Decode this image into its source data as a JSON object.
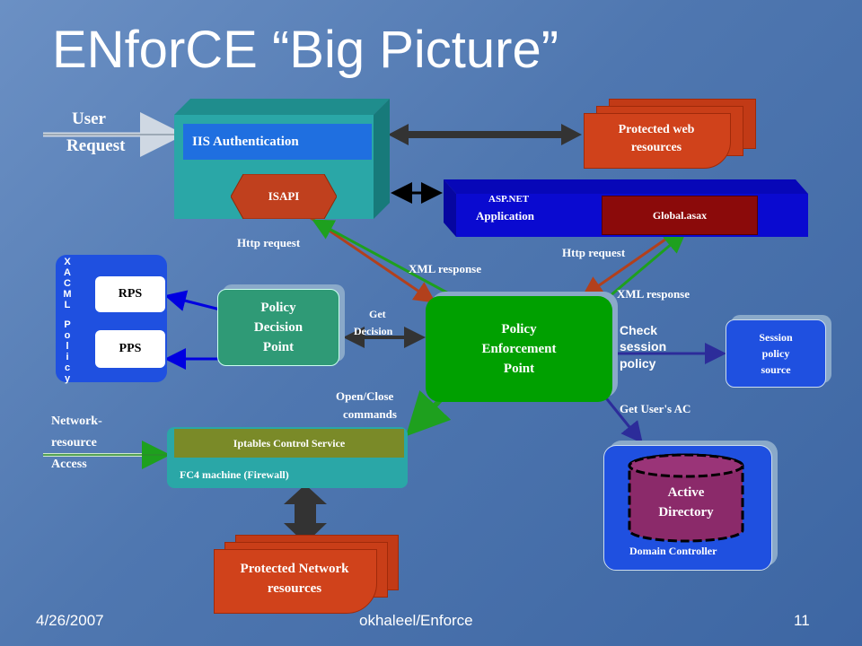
{
  "slide": {
    "title": "ENforCE “Big Picture”",
    "footer_date": "4/26/2007",
    "footer_author": "okhaleel/Enforce",
    "footer_page": "11"
  },
  "labels": {
    "user_request_line1": "User",
    "user_request_line2": "Request",
    "network_line1": "Network-",
    "network_line2": "resource",
    "network_line3": "Access",
    "http_request_1": "Http request",
    "http_request_2": "Http request",
    "xml_response_1": "XML response",
    "xml_response_2": "XML response",
    "get_decision_line1": "Get",
    "get_decision_line2": "Decision",
    "open_close_line1": "Open/Close",
    "open_close_line2": "commands",
    "check_session_line1": "Check",
    "check_session_line2": "session",
    "check_session_line3": "policy",
    "get_users_ac": "Get User's AC"
  },
  "nodes": {
    "iis_auth": "IIS Authentication",
    "isapi": "ISAPI",
    "protected_web_line1": "Protected web",
    "protected_web_line2": "resources",
    "asp_net_line1": "ASP.NET",
    "asp_net_line2": "Application",
    "global_asax": "Global.asax",
    "xacml_policy": "XACML Policy",
    "rps": "RPS",
    "pps": "PPS",
    "pdp_line1": "Policy",
    "pdp_line2": "Decision",
    "pdp_line3": "Point",
    "pep_line1": "Policy",
    "pep_line2": "Enforcement",
    "pep_line3": "Point",
    "session_line1": "Session",
    "session_line2": "policy",
    "session_line3": "source",
    "iptables": "Iptables Control Service",
    "fc4": "FC4 machine (Firewall)",
    "active_dir_line1": "Active",
    "active_dir_line2": "Directory",
    "domain_controller": "Domain Controller",
    "protected_net_line1": "Protected Network",
    "protected_net_line2": "resources"
  },
  "colors": {
    "teal": "#2aa7a7",
    "blue_bar": "#0a0ad0",
    "red": "#d0421b",
    "dark_red": "#8b0a0a",
    "green": "#00a000",
    "pdp_green": "#2f9a76",
    "olive": "#7a8a28"
  }
}
